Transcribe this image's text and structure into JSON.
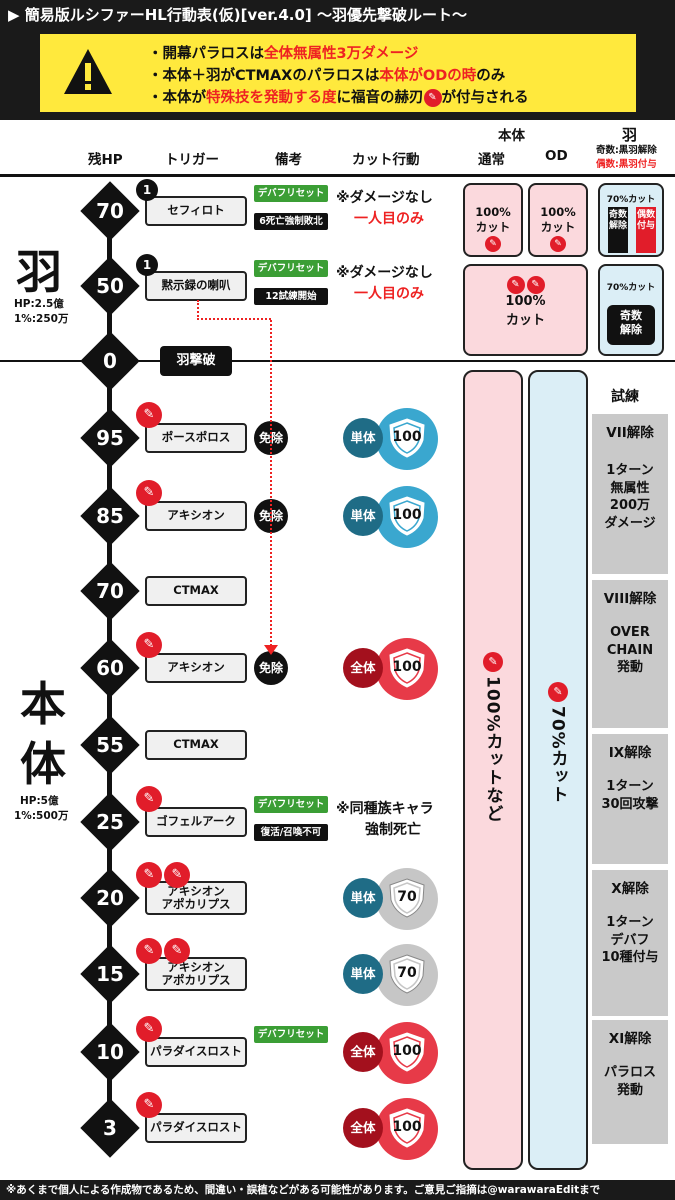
{
  "title": "▶ 簡易版ルシファーHL行動表(仮)[ver.4.0] 〜羽優先撃破ルート〜",
  "notes": [
    {
      "a": "・開幕パラロスは",
      "b": "全体無属性3万ダメージ",
      "c": ""
    },
    {
      "a": "・本体＋羽がCTMAXのパラロスは",
      "b": "本体がODの時",
      "c": "のみ"
    },
    {
      "a": "・本体が",
      "b": "特殊技を発動する度",
      "c": "に福音の赫刃",
      "d": "が付与される"
    }
  ],
  "headers": {
    "hp": "残HP",
    "trigger": "トリガー",
    "memo": "備考",
    "cut": "カット行動",
    "body": "本体",
    "normal": "通常",
    "od": "OD",
    "wing": "羽",
    "wing_sub1": "奇数:黒羽解除",
    "wing_sub2": "偶数:黒羽付与"
  },
  "sections": {
    "wing": {
      "name": "羽",
      "hp1": "HP:2.5億",
      "hp2": "1%:250万"
    },
    "body": {
      "name1": "本",
      "name2": "体",
      "hp1": "HP:5億",
      "hp2": "1%:500万"
    }
  },
  "rows": [
    {
      "hp": "70",
      "trigger": "セフィロト",
      "t2": "",
      "badge": "1",
      "feathers": 0,
      "green": "デバフリセット",
      "black": "6死亡強制敗北",
      "note1": "※ダメージなし",
      "note2": "一人目のみ"
    },
    {
      "hp": "50",
      "trigger": "黙示録の喇叭",
      "t2": "",
      "badge": "1",
      "feathers": 0,
      "green": "デバフリセット",
      "black": "12試練開始",
      "note1": "※ダメージなし",
      "note2": "一人目のみ"
    },
    {
      "hp": "0",
      "trigger": "",
      "t2": "",
      "special": "羽撃破"
    },
    {
      "hp": "95",
      "trigger": "ポースポロス",
      "t2": "",
      "feathers": 1,
      "men": "免除",
      "target": "単体",
      "shield": "100",
      "scolor": "blue"
    },
    {
      "hp": "85",
      "trigger": "アキシオン",
      "t2": "",
      "feathers": 1,
      "men": "免除",
      "target": "単体",
      "shield": "100",
      "scolor": "blue"
    },
    {
      "hp": "70",
      "trigger": "CTMAX",
      "t2": "",
      "feathers": 0
    },
    {
      "hp": "60",
      "trigger": "アキシオン",
      "t2": "",
      "feathers": 1,
      "men": "免除",
      "target": "全体",
      "shield": "100",
      "scolor": "red"
    },
    {
      "hp": "55",
      "trigger": "CTMAX",
      "t2": "",
      "feathers": 0
    },
    {
      "hp": "25",
      "trigger": "ゴフェルアーク",
      "t2": "",
      "feathers": 1,
      "green": "デバフリセット",
      "black": "復活/召喚不可",
      "note1": "※同種族キャラ",
      "note2": "強制死亡"
    },
    {
      "hp": "20",
      "trigger": "アキシオン",
      "t2": "アポカリプス",
      "feathers": 2,
      "target": "単体",
      "shield": "70",
      "scolor": "gray"
    },
    {
      "hp": "15",
      "trigger": "アキシオン",
      "t2": "アポカリプス",
      "feathers": 2,
      "target": "単体",
      "shield": "70",
      "scolor": "gray"
    },
    {
      "hp": "10",
      "trigger": "パラダイスロスト",
      "t2": "",
      "feathers": 1,
      "green": "デバフリセット",
      "target": "全体",
      "shield": "100",
      "scolor": "red"
    },
    {
      "hp": "3",
      "trigger": "パラダイスロスト",
      "t2": "",
      "feathers": 1,
      "target": "全体",
      "shield": "100",
      "scolor": "red"
    }
  ],
  "cuts": {
    "cut100": "100%",
    "cut_label": "カット",
    "wing70": "70%カット",
    "odd1": "奇数",
    "odd2": "解除",
    "even1": "偶数",
    "even2": "付与",
    "normal_body": "100%カットなど",
    "od_body": "70%カット"
  },
  "trials": {
    "header": "試練",
    "items": [
      {
        "title": "VII解除",
        "lines": [
          "1ターン",
          "無属性",
          "200万",
          "ダメージ"
        ]
      },
      {
        "title": "VIII解除",
        "lines": [
          "OVER",
          "CHAIN",
          "発動"
        ]
      },
      {
        "title": "IX解除",
        "lines": [
          "1ターン",
          "30回攻撃"
        ]
      },
      {
        "title": "X解除",
        "lines": [
          "1ターン",
          "デバフ",
          "10種付与"
        ]
      },
      {
        "title": "XI解除",
        "lines": [
          "パラロス",
          "発動"
        ]
      }
    ]
  },
  "footer": "※あくまで個人による作成物であるため、間違い・誤植などがある可能性があります。ご意見ご指摘は@warawaraEditまで",
  "colors": {
    "red": "#e11d2a",
    "yellow": "#ffe93d",
    "green": "#3b9e35",
    "blue": "#3aa7cf",
    "gray": "#c9c9c9"
  }
}
